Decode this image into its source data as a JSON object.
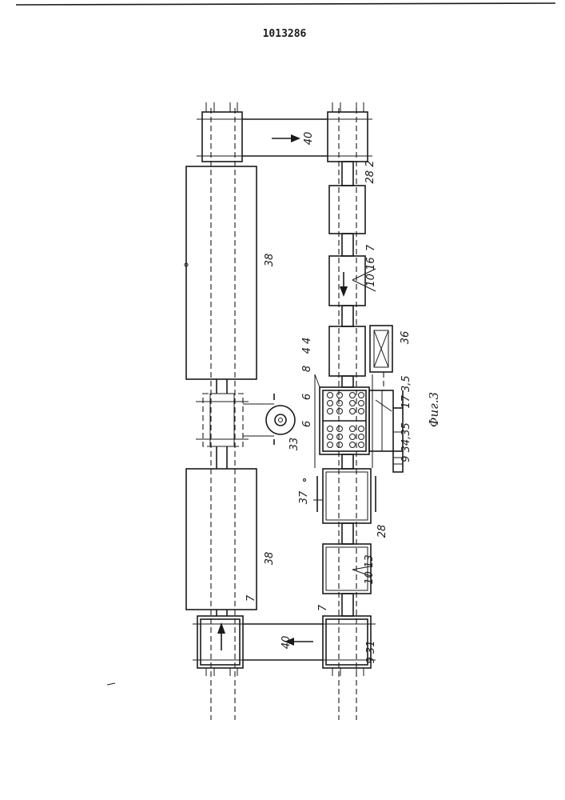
{
  "document_number": "1013286",
  "figure_caption": "Фиг.3",
  "labels": {
    "l40_top": "40",
    "l28_2": "28 2",
    "l7_top": "7",
    "l38_top": "38",
    "l10_16": "10 16",
    "l36": "36",
    "l4_4": "4 4",
    "l8": "8",
    "l6a": "6",
    "l6b": "6",
    "l33": "33",
    "l17_3_5": "17 3,5",
    "l9_34_35": "9 34,35",
    "l37": "37",
    "l28_bottom": "28",
    "l10_13": "10 13",
    "l38_bottom": "38",
    "l7_left": "7",
    "l7_right": "7",
    "l40_bottom": "40",
    "l9_31": "9 31"
  }
}
